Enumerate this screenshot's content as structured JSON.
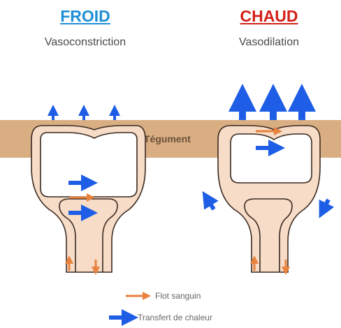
{
  "cold": {
    "title": "FROID",
    "subtitle": "Vasoconstriction",
    "color": "#1e8fd6"
  },
  "hot": {
    "title": "CHAUD",
    "subtitle": "Vasodilation",
    "color": "#d4201a"
  },
  "skin_label": "Tégument",
  "legend": {
    "blood_flow": "Flot sanguin",
    "heat_transfer": "Transfert de chaleur"
  },
  "colors": {
    "skin_band": "#d9ae82",
    "vessel_fill": "#f7dcc7",
    "blood_arrow": "#e8823e",
    "heat_arrow": "#1e5ee6",
    "vessel_stroke": "#3a2a20"
  }
}
